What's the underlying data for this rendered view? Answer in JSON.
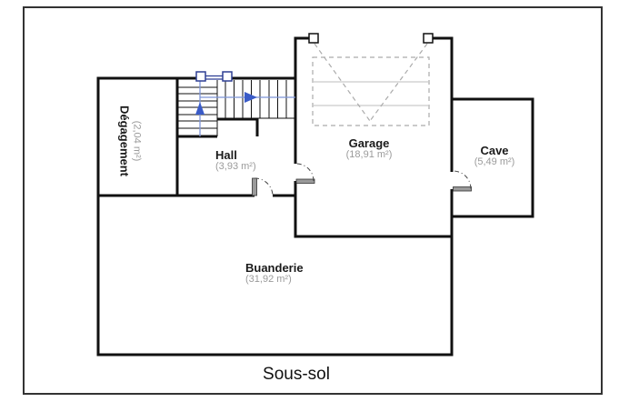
{
  "plan_title": "Sous-sol",
  "rooms": {
    "degagement": {
      "name": "Dégagement",
      "area": "(2,04 m²)"
    },
    "hall": {
      "name": "Hall",
      "area": "(3,93 m²)"
    },
    "garage": {
      "name": "Garage",
      "area": "(18,91 m²)"
    },
    "cave": {
      "name": "Cave",
      "area": "(5,49 m²)"
    },
    "buanderie": {
      "name": "Buanderie",
      "area": "(31,92 m²)"
    }
  },
  "colors": {
    "wall": "#111111",
    "area_text": "#9b9b9b",
    "stair_line": "#7e95d8",
    "stair_arrow": "#3a5bc7",
    "railing": "#2e3f94",
    "dashed_symbol": "#ababab",
    "frame_border": "#333333"
  }
}
